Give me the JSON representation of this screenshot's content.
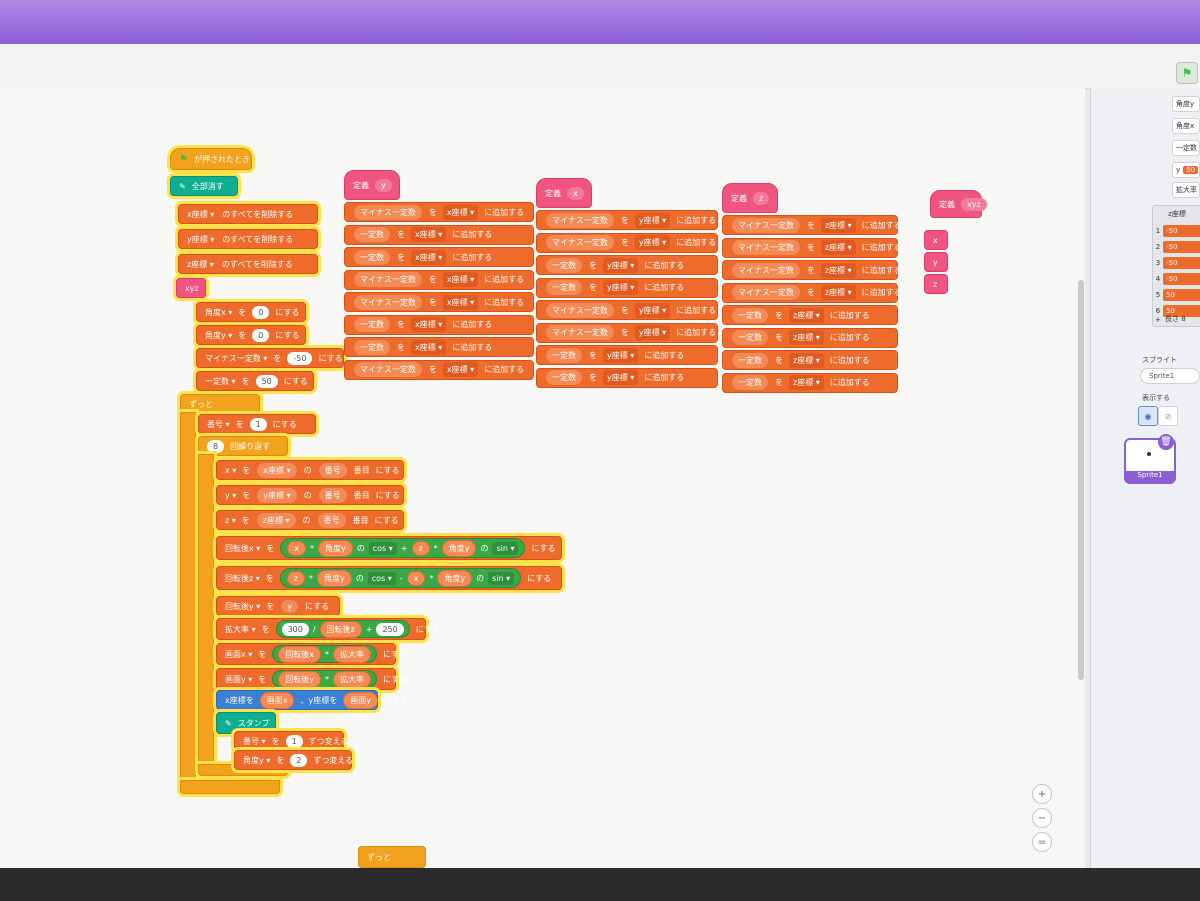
{
  "scripts": {
    "hat_flag": "が押されたとき",
    "clear_all": "全部消す",
    "delete_x": "x座標 ▾　のすべてを削除する",
    "delete_y": "y座標 ▾　のすべてを削除する",
    "delete_z": "z座標 ▾　のすべてを削除する",
    "call_xyz": "xyz",
    "set_angle_x": {
      "var": "角度x ▾",
      "to": "を",
      "value": "0",
      "suffix": "にする"
    },
    "set_angle_y": {
      "var": "角度y ▾",
      "to": "を",
      "value": "0",
      "suffix": "にする"
    },
    "set_minus_const": {
      "var": "マイナス一定数 ▾",
      "to": "を",
      "value": "-50",
      "suffix": "にする"
    },
    "set_const": {
      "var": "一定数 ▾",
      "to": "を",
      "value": "50",
      "suffix": "にする"
    },
    "forever": "ずっと",
    "set_index": {
      "var": "番号 ▾",
      "to": "を",
      "value": "1",
      "suffix": "にする"
    },
    "repeat": {
      "count": "8",
      "label": "回繰り返す"
    },
    "set_x_item": {
      "var": "x ▾",
      "to": "を",
      "list": "x座標 ▾",
      "of": "の",
      "item": "番号",
      "nth": "番目",
      "suffix": "にする"
    },
    "set_y_item": {
      "var": "y ▾",
      "to": "を",
      "list": "y座標 ▾",
      "of": "の",
      "item": "番号",
      "nth": "番目",
      "suffix": "にする"
    },
    "set_z_item": {
      "var": "z ▾",
      "to": "を",
      "list": "z座標 ▾",
      "of": "の",
      "item": "番号",
      "nth": "番目",
      "suffix": "にする"
    },
    "rot_x": {
      "var": "回転後x ▾",
      "to": "を",
      "a": "x",
      "mul": "*",
      "ang": "角度y",
      "of": "の",
      "fn": "cos ▾",
      "op": "+",
      "b": "z",
      "mul2": "*",
      "ang2": "角度y",
      "of2": "の",
      "fn2": "sin ▾",
      "suffix": "にする"
    },
    "rot_z": {
      "var": "回転後z ▾",
      "to": "を",
      "a": "z",
      "mul": "*",
      "ang": "角度y",
      "of": "の",
      "fn": "cos ▾",
      "op": "-",
      "b": "x",
      "mul2": "*",
      "ang2": "角度y",
      "of2": "の",
      "fn2": "sin ▾",
      "suffix": "にする"
    },
    "rot_y": {
      "var": "回転後y ▾",
      "to": "を",
      "val": "y",
      "suffix": "にする"
    },
    "scale": {
      "var": "拡大率 ▾",
      "to": "を",
      "num": "300",
      "div": "/",
      "rz": "回転後z",
      "plus": "+",
      "add": "250",
      "suffix": "にする"
    },
    "screen_x": {
      "var": "画面x ▾",
      "to": "を",
      "a": "回転後x",
      "mul": "*",
      "b": "拡大率",
      "suffix": "にする"
    },
    "screen_y": {
      "var": "画面y ▾",
      "to": "を",
      "a": "回転後y",
      "mul": "*",
      "b": "拡大率",
      "suffix": "にする"
    },
    "goto": {
      "xl": "x座標を",
      "xv": "画面x",
      "yl": "、y座標を",
      "yv": "画面y",
      "suffix": "にする"
    },
    "stamp": "スタンプ",
    "change_index": {
      "var": "番号 ▾",
      "to": "を",
      "value": "1",
      "suffix": "ずつ変える"
    },
    "change_angle": {
      "var": "角度y ▾",
      "to": "を",
      "value": "2",
      "suffix": "ずつ変える"
    },
    "bottom_forever": "ずっと"
  },
  "defs": {
    "y": {
      "title": "定義",
      "name": "y",
      "rows": [
        {
          "a": "マイナス一定数",
          "list": "x座標 ▾"
        },
        {
          "a": "一定数",
          "list": "x座標 ▾"
        },
        {
          "a": "一定数",
          "list": "x座標 ▾"
        },
        {
          "a": "マイナス一定数",
          "list": "x座標 ▾"
        },
        {
          "a": "マイナス一定数",
          "list": "x座標 ▾"
        },
        {
          "a": "一定数",
          "list": "x座標 ▾"
        },
        {
          "a": "一定数",
          "list": "x座標 ▾"
        },
        {
          "a": "マイナス一定数",
          "list": "x座標 ▾"
        }
      ]
    },
    "x": {
      "title": "定義",
      "name": "x",
      "rows": [
        {
          "a": "マイナス一定数",
          "list": "y座標 ▾"
        },
        {
          "a": "マイナス一定数",
          "list": "y座標 ▾"
        },
        {
          "a": "一定数",
          "list": "y座標 ▾"
        },
        {
          "a": "一定数",
          "list": "y座標 ▾"
        },
        {
          "a": "マイナス一定数",
          "list": "y座標 ▾"
        },
        {
          "a": "マイナス一定数",
          "list": "y座標 ▾"
        },
        {
          "a": "一定数",
          "list": "y座標 ▾"
        },
        {
          "a": "一定数",
          "list": "y座標 ▾"
        }
      ]
    },
    "z": {
      "title": "定義",
      "name": "z",
      "rows": [
        {
          "a": "マイナス一定数",
          "list": "z座標 ▾"
        },
        {
          "a": "マイナス一定数",
          "list": "z座標 ▾"
        },
        {
          "a": "マイナス一定数",
          "list": "z座標 ▾"
        },
        {
          "a": "マイナス一定数",
          "list": "z座標 ▾"
        },
        {
          "a": "一定数",
          "list": "z座標 ▾"
        },
        {
          "a": "一定数",
          "list": "z座標 ▾"
        },
        {
          "a": "一定数",
          "list": "z座標 ▾"
        },
        {
          "a": "一定数",
          "list": "z座標 ▾"
        }
      ]
    },
    "xyz": {
      "title": "定義",
      "name": "xyz",
      "calls": [
        "x",
        "y",
        "z"
      ]
    },
    "row_to": "を",
    "row_suffix": "に追加する"
  },
  "panel": {
    "monitors": [
      {
        "label": "角度y"
      },
      {
        "label": "角度x"
      },
      {
        "label": "一定数"
      },
      {
        "label": "y",
        "value": "50"
      },
      {
        "label": "拡大率"
      }
    ],
    "list_title": "z座標",
    "list_rows": [
      {
        "i": "1",
        "v": "-50"
      },
      {
        "i": "2",
        "v": "-50"
      },
      {
        "i": "3",
        "v": "-50"
      },
      {
        "i": "4",
        "v": "-50"
      },
      {
        "i": "5",
        "v": "50"
      },
      {
        "i": "6",
        "v": "50"
      }
    ],
    "list_length": "長さ 8",
    "list_add": "+",
    "sprite_heading": "スプライト",
    "sprite_name": "Sprite1",
    "show_label": "表示する",
    "sprite_card": "Sprite1"
  },
  "zoom": {
    "in": "+",
    "out": "−",
    "reset": "="
  }
}
